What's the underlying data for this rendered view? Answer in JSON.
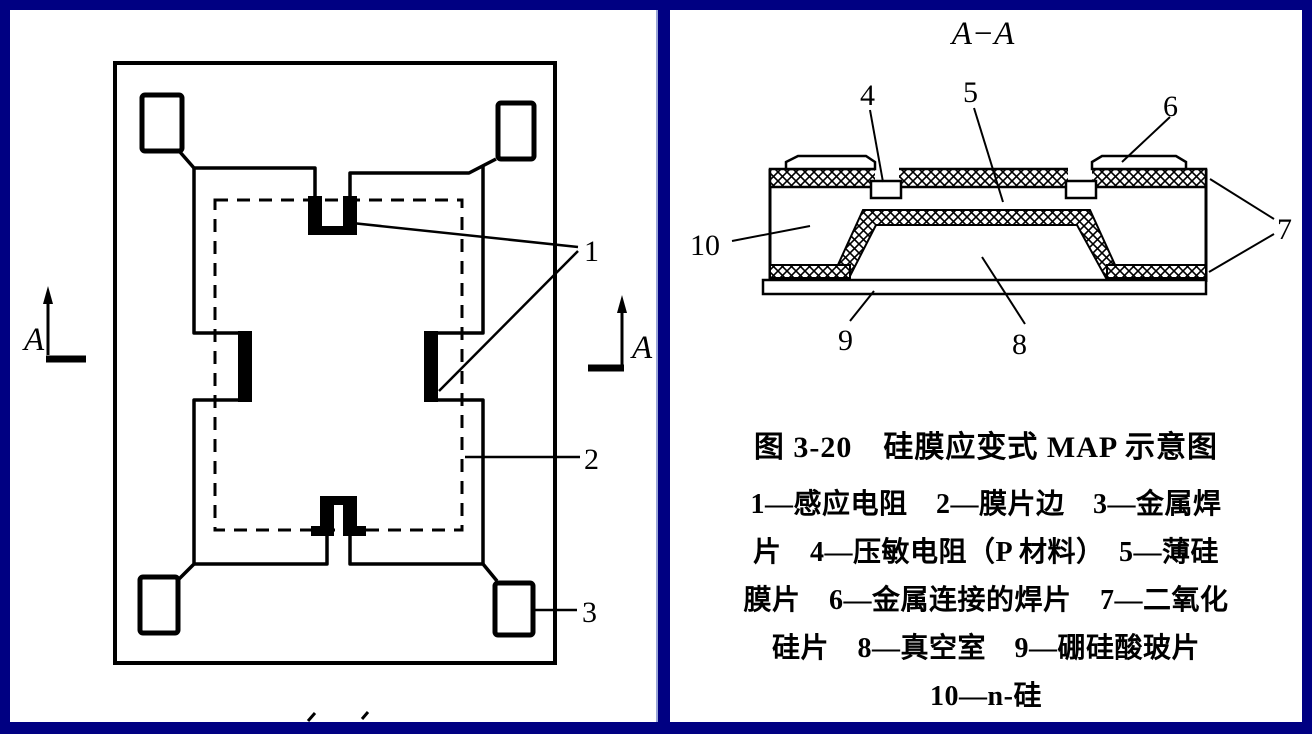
{
  "colors": {
    "border": "#000082",
    "paper": "#ffffff",
    "ink": "#000000"
  },
  "left_view": {
    "section_marker_left": "A",
    "section_marker_right": "A",
    "labels": {
      "sensing_resistor": "1",
      "membrane_edge": "2",
      "metal_pad": "3"
    }
  },
  "section_view": {
    "title": "A−A",
    "labels": {
      "piezoresistor": "4",
      "thin_membrane": "5",
      "metal_link_pad": "6",
      "silicon_dioxide": "7",
      "vacuum_chamber": "8",
      "borosilicate_glass": "9",
      "n_silicon": "10"
    }
  },
  "caption": {
    "title": "图 3-20　硅膜应变式 MAP 示意图",
    "legend_lines": [
      "1—感应电阻　2—膜片边　3—金属焊",
      "片　4—压敏电阻（P 材料）　5—薄硅",
      "膜片　6—金属连接的焊片　7—二氧化",
      "硅片　8—真空室　9—硼硅酸玻片",
      "10—n-硅"
    ]
  }
}
